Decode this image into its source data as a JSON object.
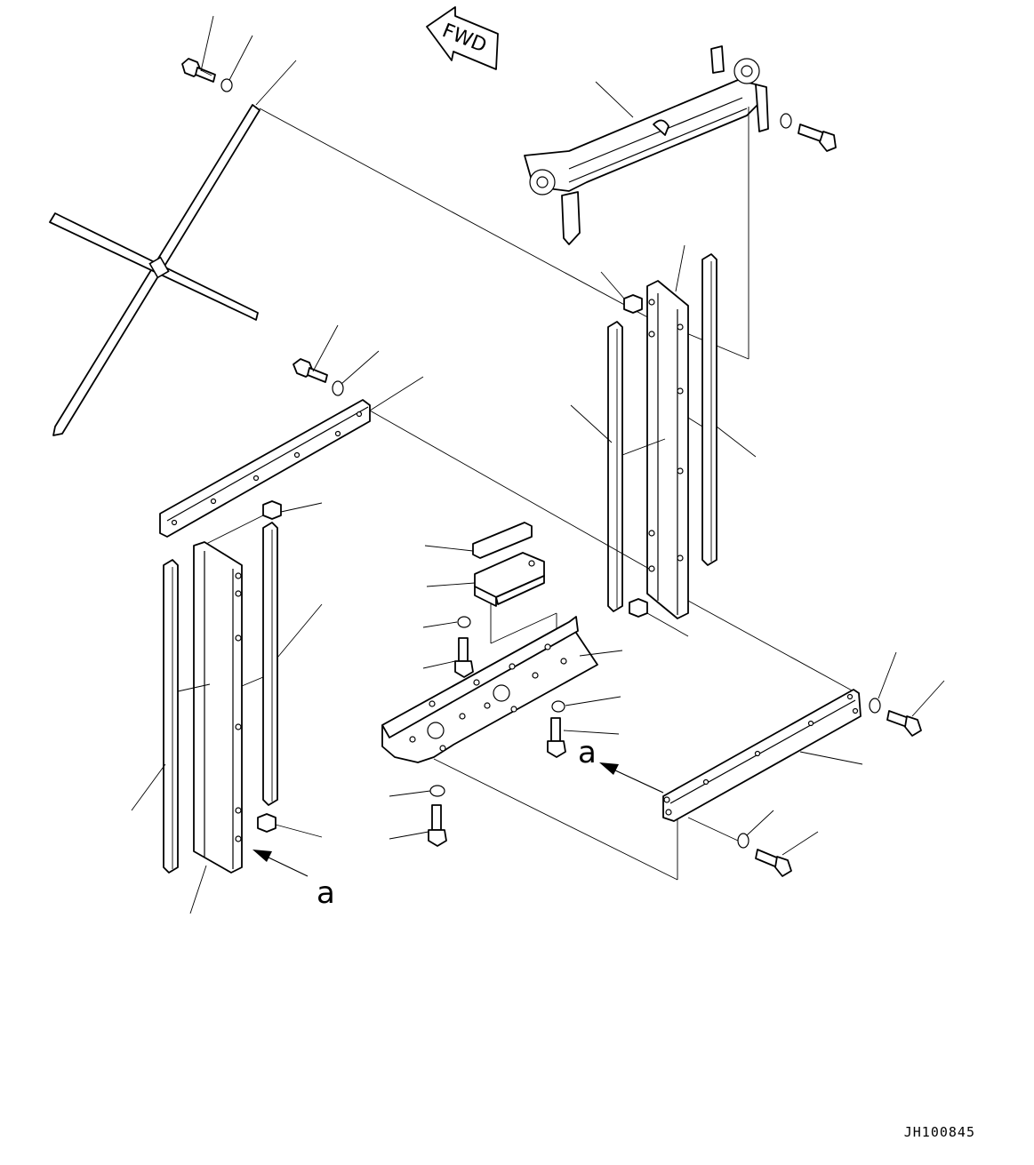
{
  "diagram": {
    "fwd_label": "FWD",
    "view_marker_left": "a",
    "view_marker_right": "a",
    "drawing_code": "JH100845"
  }
}
